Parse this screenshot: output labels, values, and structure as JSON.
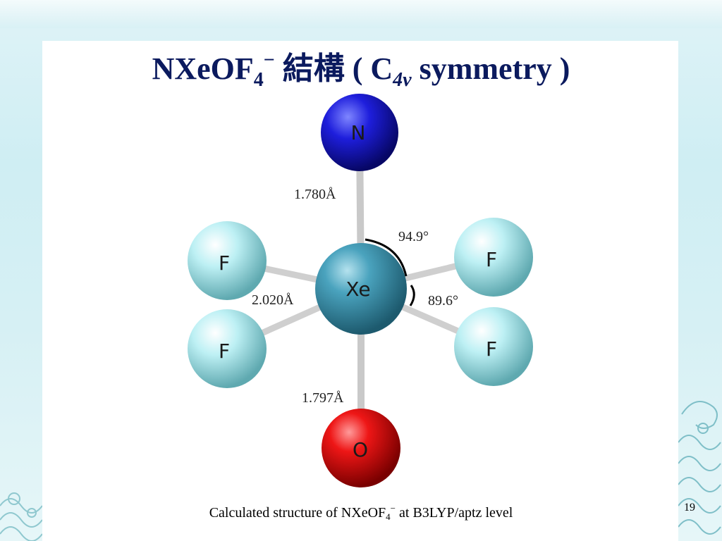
{
  "slide": {
    "title_main": "NXeOF",
    "title_sub": "4",
    "title_sup": "−",
    "title_cjk": "結構",
    "title_open": "( C",
    "title_point_group_sub": "4v",
    "title_close": " symmetry )",
    "page_number": "19"
  },
  "caption": {
    "prefix": "Calculated structure of  NXeOF",
    "sub": "4",
    "sup": "−",
    "suffix": " at B3LYP/aptz level"
  },
  "molecule": {
    "atoms": {
      "N": "N",
      "Xe": "Xe",
      "O": "O",
      "F_upper_left": "F",
      "F_lower_left": "F",
      "F_upper_right": "F",
      "F_lower_right": "F"
    },
    "bond_labels": {
      "xe_n": "1.780Å",
      "xe_f": "2.020Å",
      "xe_o": "1.797Å"
    },
    "angle_labels": {
      "n_xe_f": "94.9°",
      "f_xe_f": "89.6°"
    },
    "colors": {
      "N": "#1a1aa8",
      "Xe": "#3c8fa8",
      "O": "#cc1111",
      "F": "#a8e6ec",
      "bond": "#d7d7d7",
      "title": "#0b1a5e"
    }
  }
}
